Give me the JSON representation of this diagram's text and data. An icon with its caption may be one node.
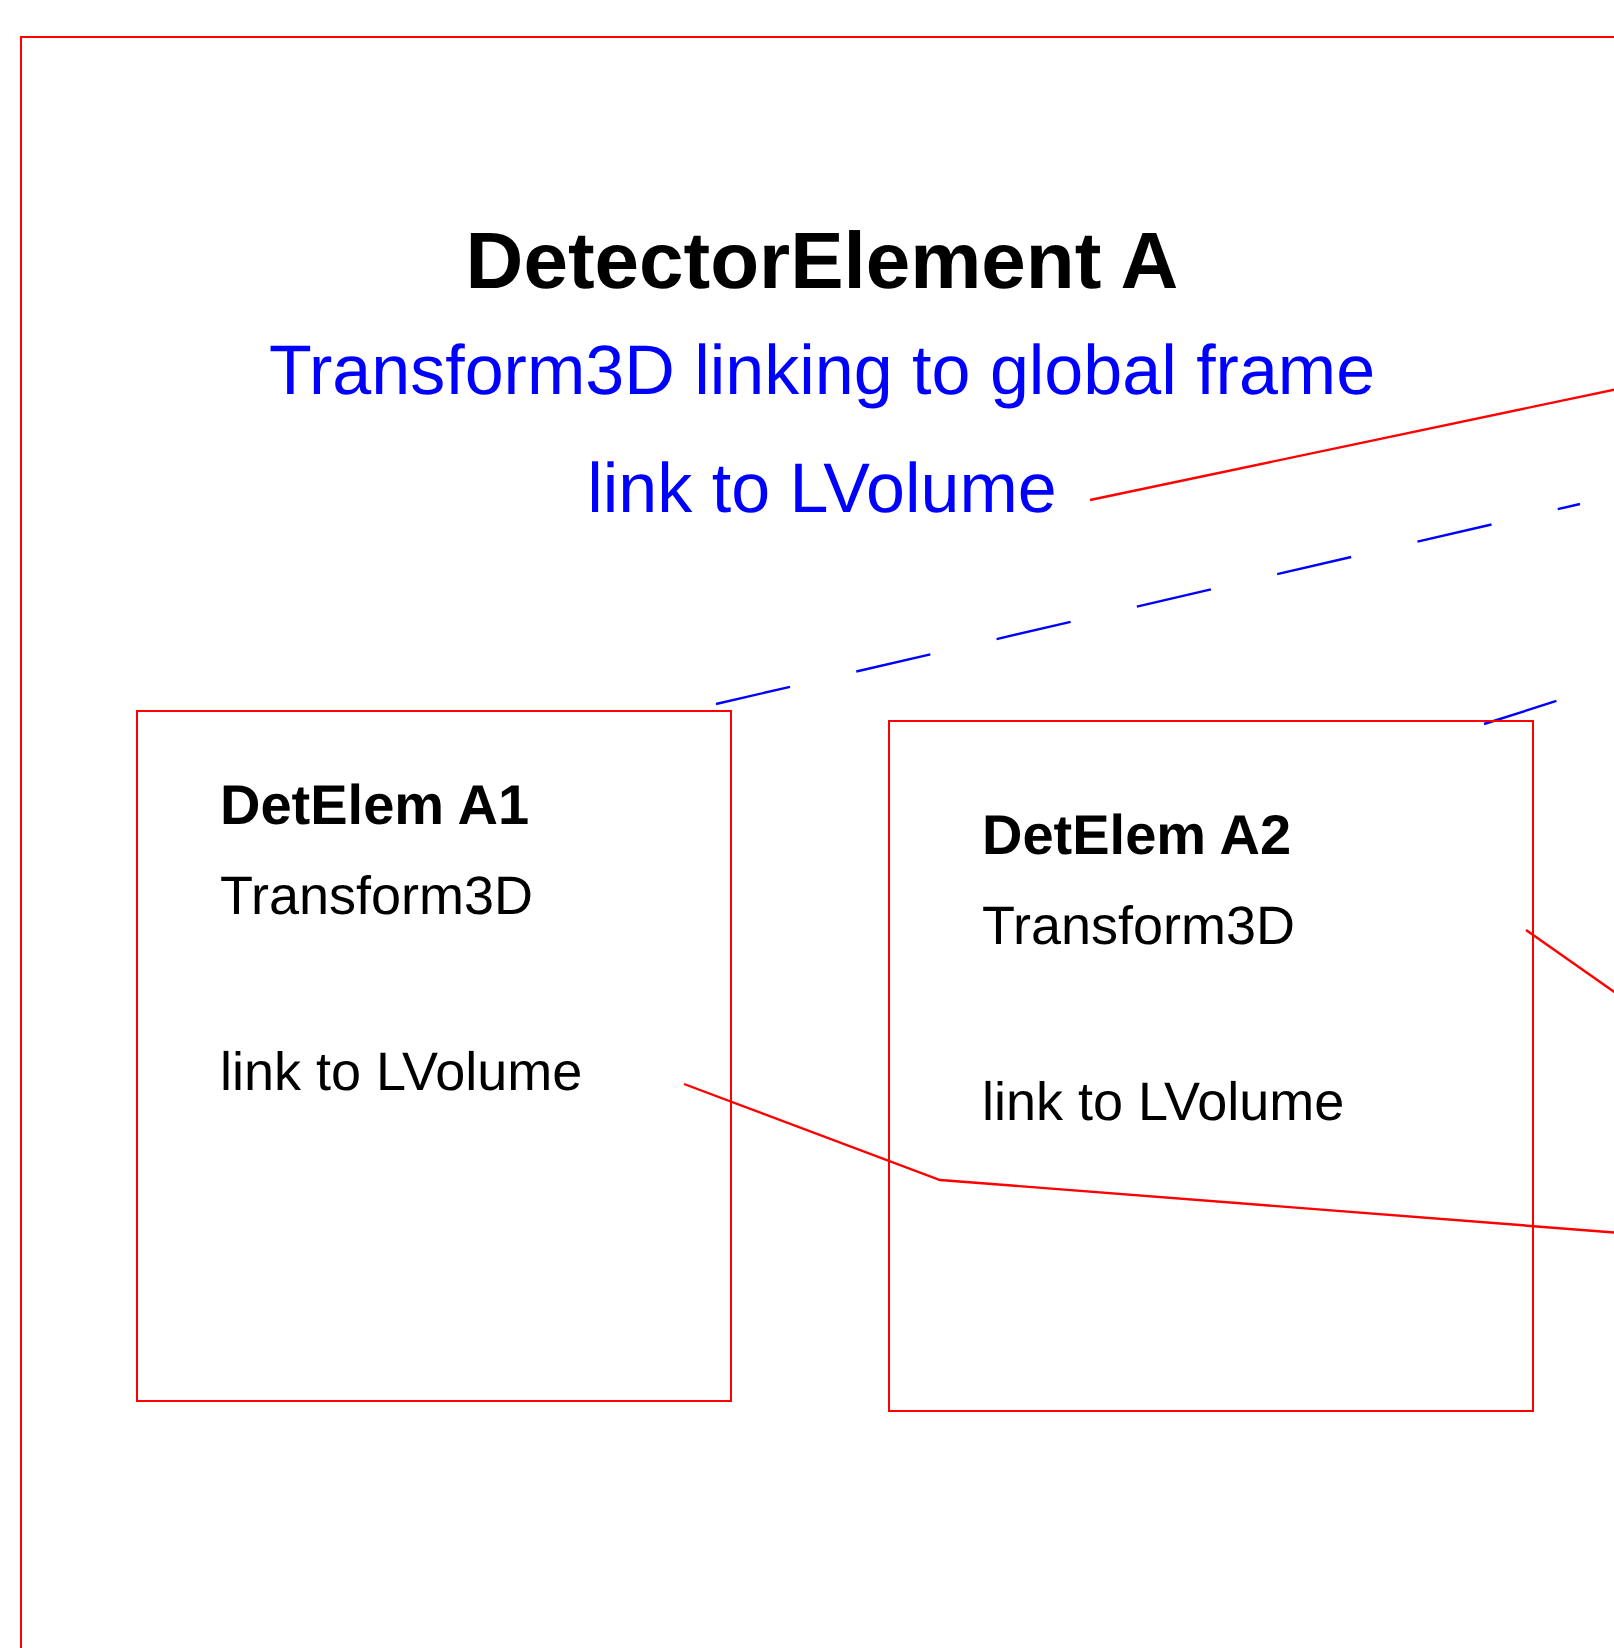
{
  "diagram": {
    "nodes": [
      {
        "text": [
          "DetectorElement A",
          "Transform3D linking to global frame"
        ]
      },
      {
        "text": [
          "DetElem A1",
          "Transform3D",
          "link to LVolume"
        ],
        "in": 0
      },
      {
        "text": [
          "DetElem A2",
          "Transform3D",
          "link to LVolume"
        ],
        "in": 0
      },
      {
        "text": [
          "link to LVolume"
        ],
        "in": 0
      }
    ],
    "edges": [
      {
        "from": 3,
        "to": null,
        "arrow": "none"
      },
      {
        "from": 1,
        "to": null,
        "arrow": "none",
        "style": "dashed",
        "color": "#0000ff"
      },
      {
        "from": 2,
        "to": null,
        "arrow": "none",
        "style": "dashed",
        "color": "#0000ff"
      },
      {
        "from": 2,
        "to": null,
        "arrow": "none"
      },
      {
        "from": 1,
        "to": null,
        "arrow": "none"
      }
    ]
  }
}
